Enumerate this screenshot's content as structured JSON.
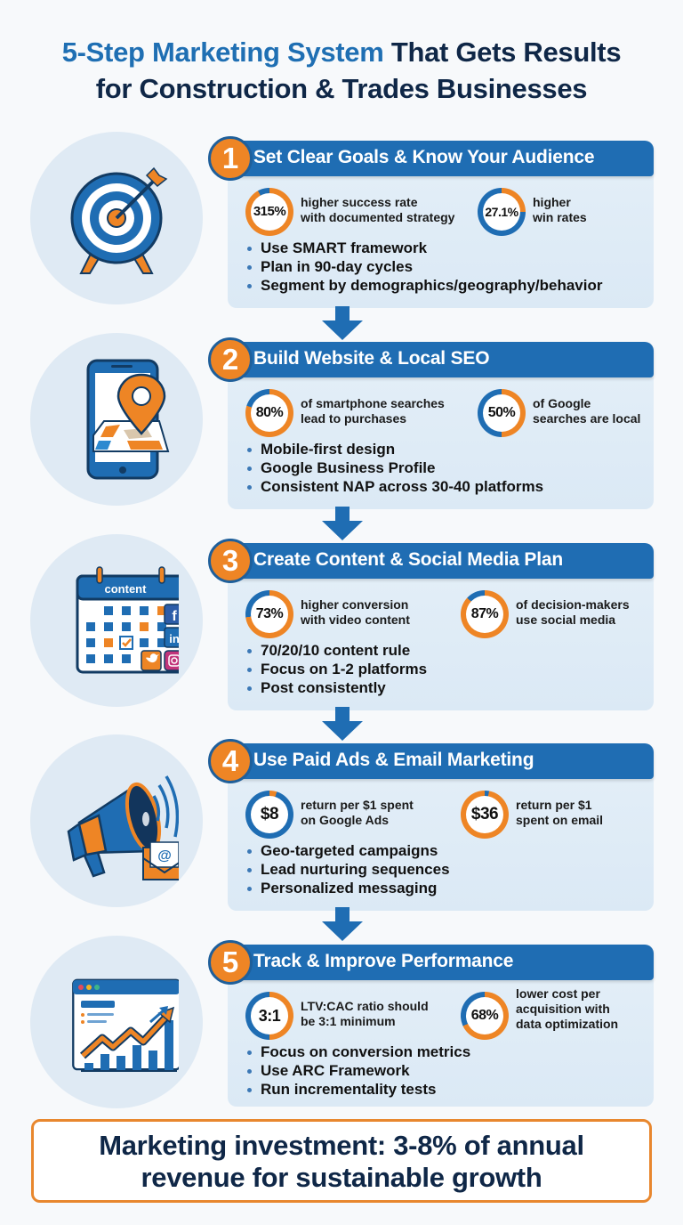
{
  "title": {
    "line1_accent": "5-Step Marketing System",
    "line1_rest": " That Gets Results",
    "line2": "for Construction & Trades Businesses"
  },
  "colors": {
    "primary_blue": "#1f6db3",
    "accent_orange": "#ee8525",
    "dark_navy": "#0f2747",
    "card_bg": "#e4eff8",
    "icon_bg": "#dfeaf4"
  },
  "steps": [
    {
      "number": "1",
      "title": "Set Clear Goals & Know Your Audience",
      "icon": "target-icon",
      "stats": [
        {
          "value": "315%",
          "line1": "higher success rate",
          "line2": "with documented strategy",
          "ring_main": "orange",
          "ring_fill_pct": 92
        },
        {
          "value": "27.1%",
          "line1": "higher",
          "line2": "win rates",
          "ring_main": "blue",
          "ring_fill_pct": 25
        }
      ],
      "bullets": [
        "Use SMART framework",
        "Plan in 90-day cycles",
        "Segment by demographics/geography/behavior"
      ]
    },
    {
      "number": "2",
      "title": "Build Website & Local SEO",
      "icon": "phone-map-pin-icon",
      "stats": [
        {
          "value": "80%",
          "line1": "of smartphone searches",
          "line2": "lead to purchases",
          "ring_main": "orange",
          "ring_fill_pct": 80
        },
        {
          "value": "50%",
          "line1": "of Google",
          "line2": "searches are local",
          "ring_main": "orange",
          "ring_fill_pct": 50
        }
      ],
      "bullets": [
        "Mobile-first design",
        "Google Business Profile",
        "Consistent NAP across 30-40 platforms"
      ]
    },
    {
      "number": "3",
      "title": "Create Content & Social Media Plan",
      "icon": "content-calendar-icon",
      "stats": [
        {
          "value": "73%",
          "line1": "higher conversion",
          "line2": "with video content",
          "ring_main": "orange",
          "ring_fill_pct": 73
        },
        {
          "value": "87%",
          "line1": "of decision-makers",
          "line2": "use social media",
          "ring_main": "orange",
          "ring_fill_pct": 87
        }
      ],
      "bullets": [
        "70/20/10 content rule",
        "Focus on 1-2 platforms",
        "Post consistently"
      ]
    },
    {
      "number": "4",
      "title": "Use Paid Ads & Email Marketing",
      "icon": "megaphone-email-icon",
      "stats": [
        {
          "value": "$8",
          "line1": "return per $1 spent",
          "line2": "on Google Ads",
          "ring_main": "blue",
          "ring_fill_pct": 5
        },
        {
          "value": "$36",
          "line1": "return per $1",
          "line2": "spent on email",
          "ring_main": "orange",
          "ring_fill_pct": 97
        }
      ],
      "bullets": [
        "Geo-targeted campaigns",
        "Lead nurturing sequences",
        "Personalized messaging"
      ]
    },
    {
      "number": "5",
      "title": "Track & Improve Performance",
      "icon": "analytics-chart-icon",
      "stats": [
        {
          "value": "3:1",
          "line1": "LTV:CAC ratio should",
          "line2": "be 3:1 minimum",
          "line3": "",
          "ring_main": "blue",
          "ring_fill_pct": 50
        },
        {
          "value": "68%",
          "line1": "lower cost per",
          "line2": "acquisition with",
          "line3": "data optimization",
          "ring_main": "orange",
          "ring_fill_pct": 68
        }
      ],
      "bullets": [
        "Focus on conversion metrics",
        "Use ARC Framework",
        "Run incrementality tests"
      ]
    }
  ],
  "footer": {
    "line1": "Marketing investment: 3-8% of annual",
    "line2": "revenue for sustainable growth"
  }
}
